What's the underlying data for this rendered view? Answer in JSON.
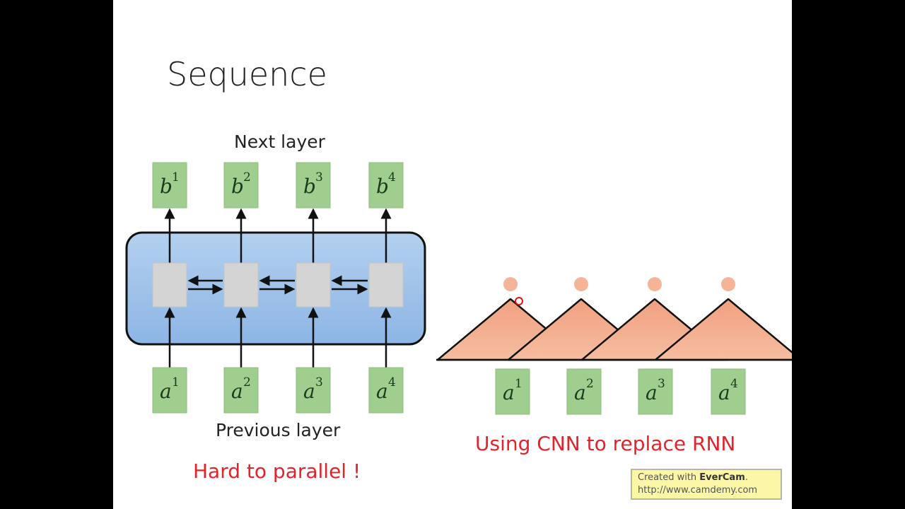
{
  "slide": {
    "title": "Sequence",
    "next_layer_label": "Next layer",
    "previous_layer_label": "Previous layer",
    "rnn_caption": "Hard to parallel !",
    "cnn_caption": "Using CNN to replace RNN"
  },
  "rnn": {
    "outputs": [
      {
        "base": "b",
        "sup": "1"
      },
      {
        "base": "b",
        "sup": "2"
      },
      {
        "base": "b",
        "sup": "3"
      },
      {
        "base": "b",
        "sup": "4"
      }
    ],
    "inputs": [
      {
        "base": "a",
        "sup": "1"
      },
      {
        "base": "a",
        "sup": "2"
      },
      {
        "base": "a",
        "sup": "3"
      },
      {
        "base": "a",
        "sup": "4"
      }
    ],
    "cell_count": 4,
    "bidirectional": true
  },
  "cnn": {
    "inputs": [
      {
        "base": "a",
        "sup": "1"
      },
      {
        "base": "a",
        "sup": "2"
      },
      {
        "base": "a",
        "sup": "3"
      },
      {
        "base": "a",
        "sup": "4"
      }
    ],
    "filter_count": 4
  },
  "colors": {
    "token_box": "#9fce8f",
    "rnn_container": "#a9c9ec",
    "cell": "#d4d4d4",
    "filter": "#f2ab8c",
    "filter_output": "#f4b497",
    "caption_red": "#e0242c"
  },
  "watermark": {
    "line1_prefix": "Created with ",
    "line1_brand": "EverCam",
    "line1_suffix": ".",
    "line2": "http://www.camdemy.com"
  }
}
